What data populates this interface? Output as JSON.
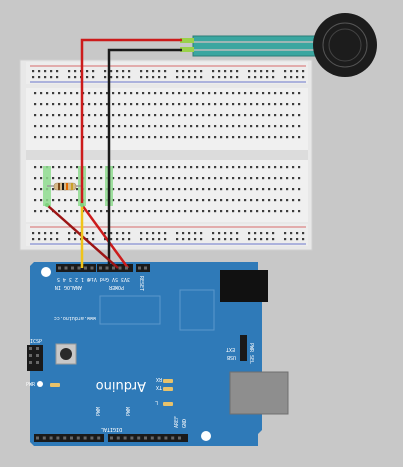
{
  "board": {
    "brand": "Arduino",
    "url": "www.arduino.cc",
    "icsp": "ICSP",
    "pwr_sel": "PWR SEL",
    "ext": "EXT",
    "usb": "USB",
    "pwr": "PWR",
    "rx": "RX",
    "tx": "TX",
    "l": "L",
    "digital": "DIGITAL",
    "pwm": "PWM",
    "aref": "AREF",
    "gnd": "GND",
    "analog_in": "ANALOG IN",
    "power": "POWER",
    "reset": "RESET",
    "power_pins": "3V3 5V Gnd Vin",
    "analog_pins": "0 1 2 3 4 5"
  },
  "colors": {
    "board": "#2f7ab8",
    "breadboard": "#e6e6e6",
    "wire_red": "#cc1b1b",
    "wire_black": "#1a1a1a",
    "wire_yellow": "#f0c419",
    "rail_red": "#d04040",
    "rail_blue": "#4050c0",
    "highlight": "#7ed37e"
  }
}
